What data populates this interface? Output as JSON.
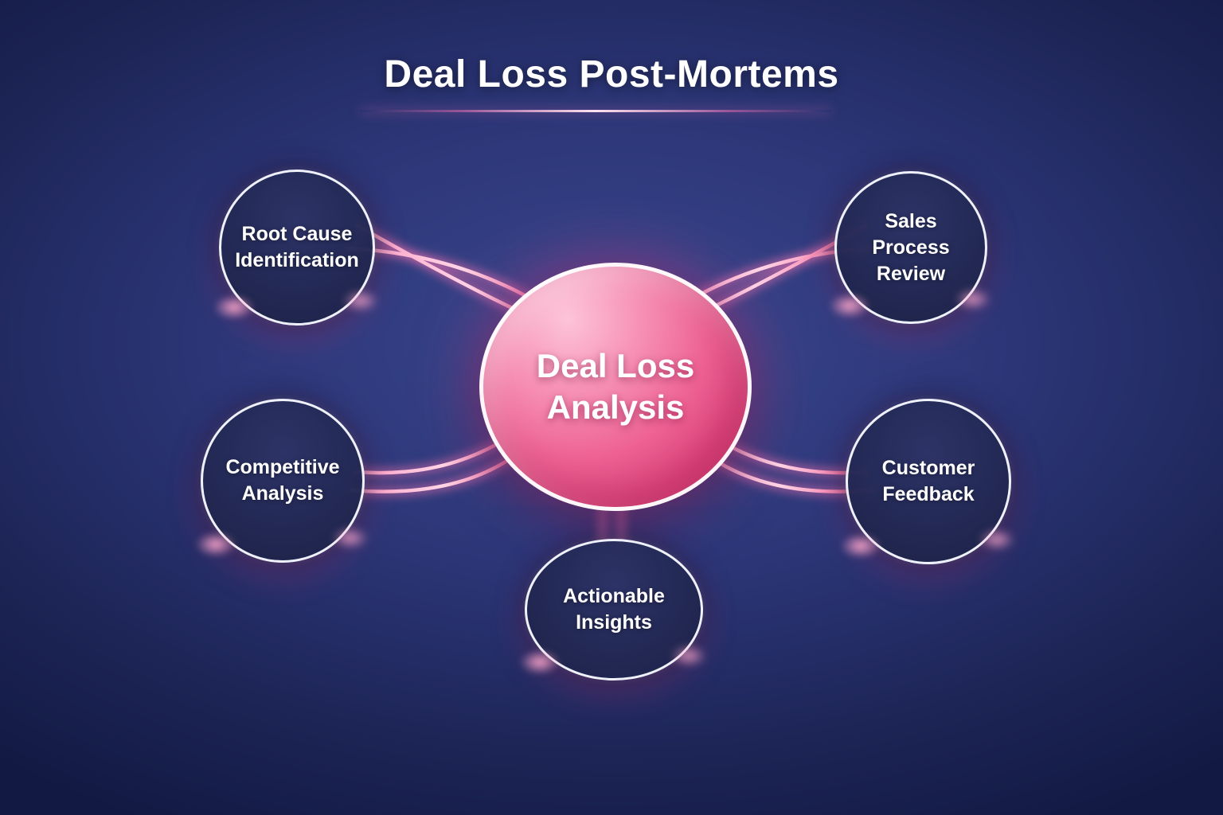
{
  "title": "Deal Loss Post-Mortems",
  "center": {
    "label": "Deal Loss Analysis"
  },
  "nodes": [
    {
      "id": "root-cause-identification",
      "label": "Root Cause Identification"
    },
    {
      "id": "sales-process-review",
      "label": "Sales Process Review"
    },
    {
      "id": "competitive-analysis",
      "label": "Competitive Analysis"
    },
    {
      "id": "customer-feedback",
      "label": "Customer Feedback"
    },
    {
      "id": "actionable-insights",
      "label": "Actionable Insights"
    }
  ],
  "colors": {
    "background_deep": "#121942",
    "background_mid": "#2c3677",
    "accent_pink": "#ee6394",
    "connector_pink": "#f25a92",
    "node_fill": "#232852",
    "node_border": "#eef1fa",
    "text": "#ffffff"
  }
}
